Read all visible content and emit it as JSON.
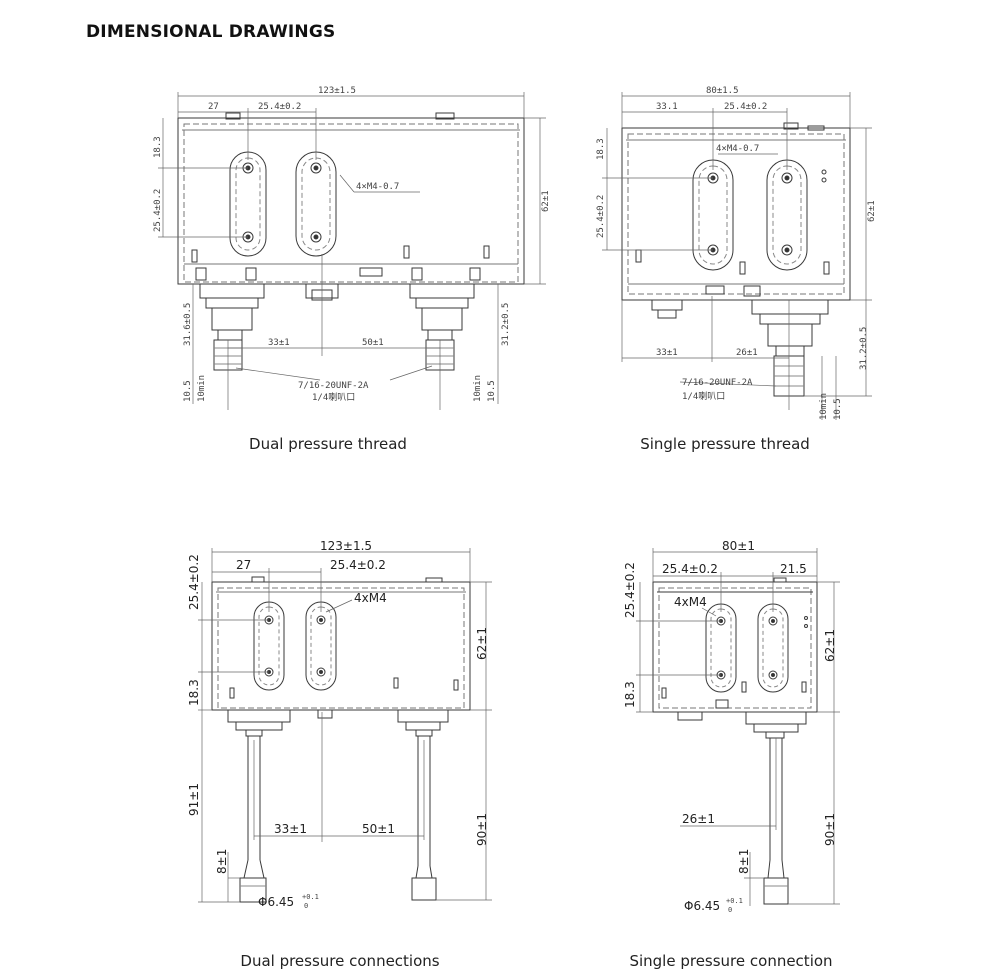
{
  "title": "DIMENSIONAL DRAWINGS",
  "drawings": [
    {
      "caption": "Dual pressure thread",
      "labels": {
        "width": "123±1.5",
        "left_offset": "27",
        "hole_pitch": "25.4±0.2",
        "top_offset": "18.3",
        "vert_pitch": "25.4±0.2",
        "height": "62±1",
        "screw": "4×M4-0.7",
        "left_stem": "31.6±0.5",
        "right_stem": "31.2±0.5",
        "stem_offset": "33±1",
        "stem_spacing": "50±1",
        "thread": "7/16-20UNF-2A",
        "flare": "1/4喇叭口",
        "thread_len": "10.5",
        "min_len": "10min"
      }
    },
    {
      "caption": "Single pressure thread",
      "labels": {
        "width": "80±1.5",
        "left_offset": "33.1",
        "hole_pitch": "25.4±0.2",
        "top_offset": "18.3",
        "vert_pitch": "25.4±0.2",
        "height": "62±1",
        "screw": "4×M4-0.7",
        "stem_height": "31.2±0.5",
        "stem_offset": "33±1",
        "stem_pos": "26±1",
        "thread": "7/16-20UNF-2A",
        "flare": "1/4喇叭口",
        "thread_len": "10.5",
        "min_len": "10min"
      }
    },
    {
      "caption": "Dual pressure connections",
      "labels": {
        "width": "123±1.5",
        "left_offset": "27",
        "hole_pitch": "25.4±0.2",
        "vert_pitch": "25.4±0.2",
        "screw": "4xM4",
        "height": "62±1",
        "top_offset": "18.3",
        "left_tube": "91±1",
        "right_tube": "90±1",
        "tube_offset": "33±1",
        "tube_spacing": "50±1",
        "tip_len": "8±1",
        "diameter": "Φ6.45",
        "tol_upper": "+0.1",
        "tol_lower": "0"
      }
    },
    {
      "caption": "Single pressure connection",
      "labels": {
        "width": "80±1",
        "hole_pitch": "25.4±0.2",
        "right_offset": "21.5",
        "vert_pitch": "25.4±0.2",
        "screw": "4xM4",
        "height": "62±1",
        "top_offset": "18.3",
        "tube_pos": "26±1",
        "tube_len": "90±1",
        "tip_len": "8±1",
        "diameter": "Φ6.45",
        "tol_upper": "+0.1",
        "tol_lower": "0"
      }
    }
  ]
}
